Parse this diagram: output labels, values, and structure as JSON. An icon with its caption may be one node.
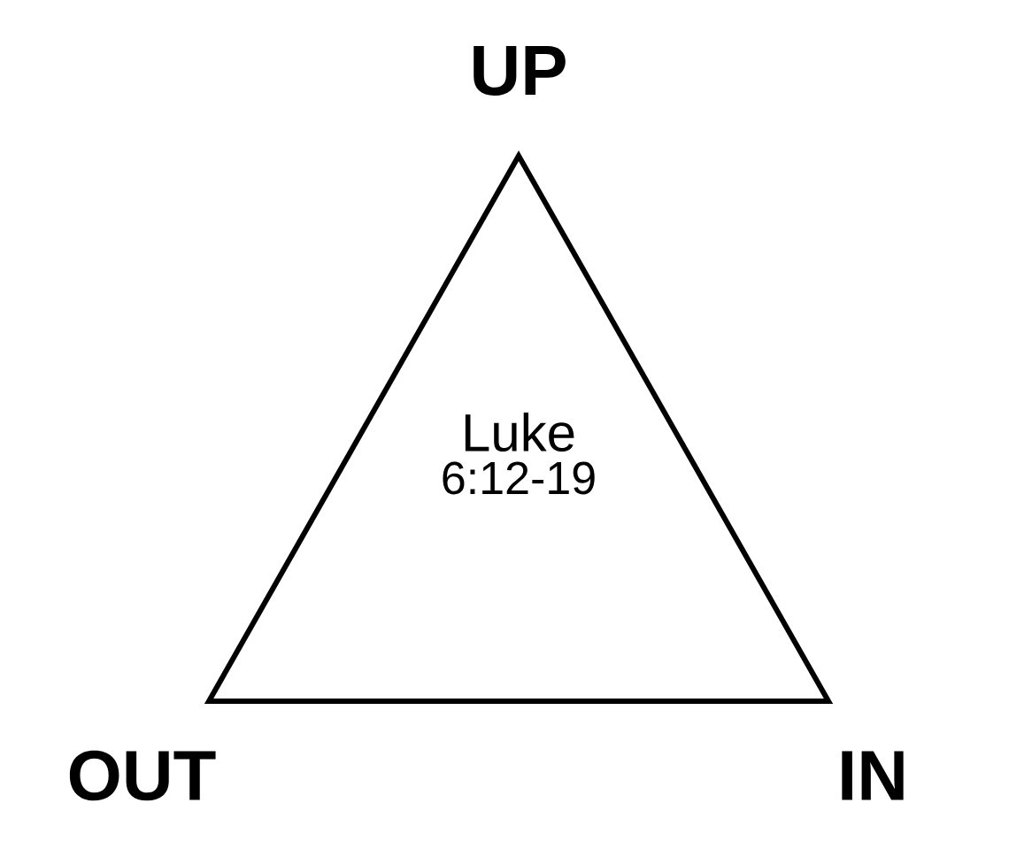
{
  "diagram": {
    "nodes": [
      {
        "text": [
          "Luke",
          "6:12-19"
        ]
      }
    ],
    "labels": [
      "UP",
      "OUT",
      "IN"
    ]
  }
}
